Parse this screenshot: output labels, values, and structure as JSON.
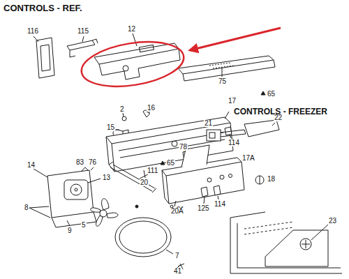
{
  "diagram": {
    "title": "CONTROLS - REF.",
    "labels": [
      "116",
      "115",
      "12",
      "75",
      "65",
      "2",
      "16",
      "15",
      "17",
      "114",
      "20",
      "CONTROLS - FREEZER",
      "21",
      "22",
      "78",
      "17A",
      "65",
      "18",
      "14",
      "83",
      "76",
      "13",
      "111",
      "8",
      "61",
      "9",
      "5",
      "7",
      "41",
      "20A",
      "125",
      "114",
      "23"
    ]
  }
}
